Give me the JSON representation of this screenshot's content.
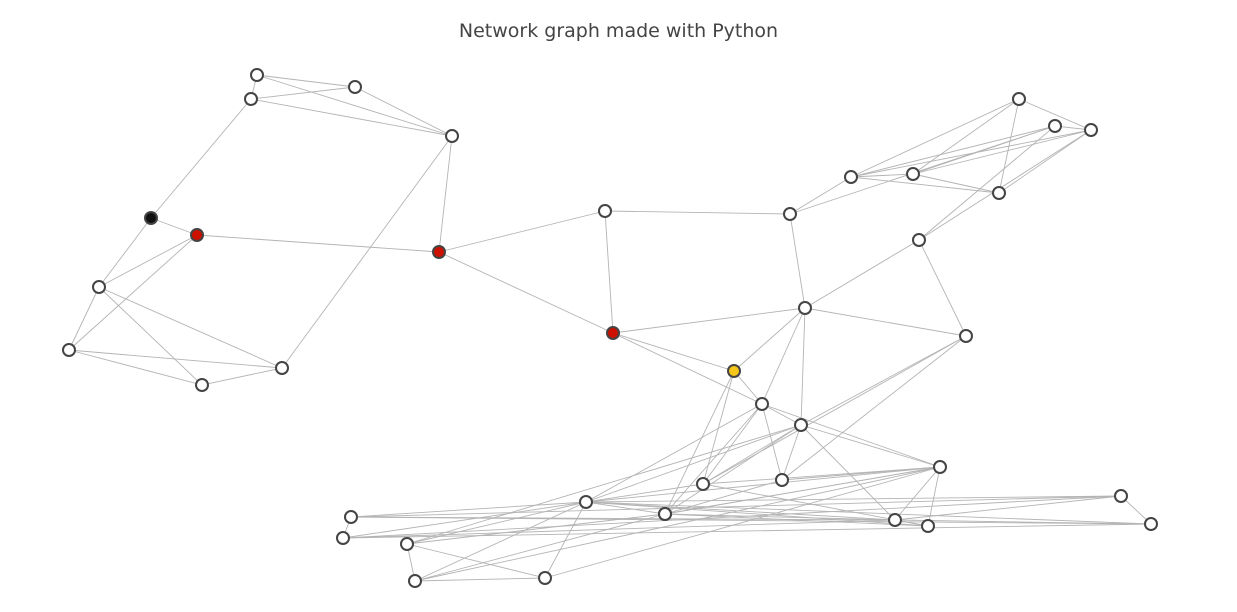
{
  "title": "Network graph made with Python",
  "style": {
    "edge_color": "#b4b4b4",
    "node_stroke": "#444444",
    "node_default_fill": "#ffffff",
    "highlight_colors": {
      "black": "#111111",
      "red": "#cc1100",
      "yellow": "#f5c518"
    }
  },
  "graph": {
    "nodes": [
      {
        "id": "n1",
        "color": "default"
      },
      {
        "id": "n2",
        "color": "default"
      },
      {
        "id": "n3",
        "color": "default"
      },
      {
        "id": "n4",
        "color": "default"
      },
      {
        "id": "n5",
        "color": "black"
      },
      {
        "id": "n6",
        "color": "red"
      },
      {
        "id": "n7",
        "color": "default"
      },
      {
        "id": "n8",
        "color": "default"
      },
      {
        "id": "n9",
        "color": "default"
      },
      {
        "id": "n10",
        "color": "default"
      },
      {
        "id": "n11",
        "color": "red"
      },
      {
        "id": "n12",
        "color": "default"
      },
      {
        "id": "n13",
        "color": "red"
      },
      {
        "id": "n14",
        "color": "default"
      },
      {
        "id": "n15",
        "color": "default"
      },
      {
        "id": "n16",
        "color": "default"
      },
      {
        "id": "n17",
        "color": "default"
      },
      {
        "id": "n18",
        "color": "default"
      },
      {
        "id": "n19",
        "color": "default"
      },
      {
        "id": "n20",
        "color": "default"
      },
      {
        "id": "n21",
        "color": "default"
      },
      {
        "id": "n22",
        "color": "default"
      },
      {
        "id": "n23",
        "color": "default"
      },
      {
        "id": "n24",
        "color": "yellow"
      },
      {
        "id": "n25",
        "color": "default"
      },
      {
        "id": "n26",
        "color": "default"
      },
      {
        "id": "n27",
        "color": "default"
      },
      {
        "id": "n28",
        "color": "default"
      },
      {
        "id": "n29",
        "color": "default"
      },
      {
        "id": "n30",
        "color": "default"
      },
      {
        "id": "n31",
        "color": "default"
      },
      {
        "id": "n32",
        "color": "default"
      },
      {
        "id": "n33",
        "color": "default"
      },
      {
        "id": "n34",
        "color": "default"
      },
      {
        "id": "n35",
        "color": "default"
      },
      {
        "id": "n36",
        "color": "default"
      },
      {
        "id": "n37",
        "color": "default"
      },
      {
        "id": "n38",
        "color": "default"
      },
      {
        "id": "n39",
        "color": "default"
      },
      {
        "id": "n40",
        "color": "default"
      },
      {
        "id": "n41",
        "color": "default"
      }
    ],
    "edges": [
      [
        "n1",
        "n2"
      ],
      [
        "n1",
        "n3"
      ],
      [
        "n2",
        "n3"
      ],
      [
        "n2",
        "n4"
      ],
      [
        "n3",
        "n4"
      ],
      [
        "n1",
        "n4"
      ],
      [
        "n2",
        "n5"
      ],
      [
        "n4",
        "n10"
      ],
      [
        "n4",
        "n11"
      ],
      [
        "n5",
        "n6"
      ],
      [
        "n5",
        "n7"
      ],
      [
        "n6",
        "n7"
      ],
      [
        "n6",
        "n8"
      ],
      [
        "n6",
        "n11"
      ],
      [
        "n7",
        "n8"
      ],
      [
        "n7",
        "n9"
      ],
      [
        "n7",
        "n10"
      ],
      [
        "n8",
        "n9"
      ],
      [
        "n8",
        "n10"
      ],
      [
        "n9",
        "n10"
      ],
      [
        "n11",
        "n12"
      ],
      [
        "n11",
        "n13"
      ],
      [
        "n12",
        "n13"
      ],
      [
        "n12",
        "n14"
      ],
      [
        "n13",
        "n22"
      ],
      [
        "n13",
        "n24"
      ],
      [
        "n13",
        "n25"
      ],
      [
        "n14",
        "n15"
      ],
      [
        "n14",
        "n18"
      ],
      [
        "n14",
        "n22"
      ],
      [
        "n15",
        "n16"
      ],
      [
        "n15",
        "n17"
      ],
      [
        "n15",
        "n18"
      ],
      [
        "n15",
        "n19"
      ],
      [
        "n15",
        "n20"
      ],
      [
        "n16",
        "n17"
      ],
      [
        "n16",
        "n18"
      ],
      [
        "n16",
        "n19"
      ],
      [
        "n16",
        "n20"
      ],
      [
        "n17",
        "n19"
      ],
      [
        "n17",
        "n20"
      ],
      [
        "n18",
        "n19"
      ],
      [
        "n18",
        "n21"
      ],
      [
        "n19",
        "n21"
      ],
      [
        "n19",
        "n20"
      ],
      [
        "n21",
        "n22"
      ],
      [
        "n21",
        "n23"
      ],
      [
        "n22",
        "n23"
      ],
      [
        "n22",
        "n24"
      ],
      [
        "n22",
        "n25"
      ],
      [
        "n22",
        "n26"
      ],
      [
        "n23",
        "n26"
      ],
      [
        "n23",
        "n27"
      ],
      [
        "n23",
        "n28"
      ],
      [
        "n24",
        "n25"
      ],
      [
        "n24",
        "n28"
      ],
      [
        "n24",
        "n29"
      ],
      [
        "n25",
        "n26"
      ],
      [
        "n25",
        "n27"
      ],
      [
        "n25",
        "n28"
      ],
      [
        "n25",
        "n29"
      ],
      [
        "n25",
        "n30"
      ],
      [
        "n25",
        "n31"
      ],
      [
        "n26",
        "n27"
      ],
      [
        "n26",
        "n28"
      ],
      [
        "n26",
        "n29"
      ],
      [
        "n26",
        "n30"
      ],
      [
        "n26",
        "n31"
      ],
      [
        "n26",
        "n32"
      ],
      [
        "n26",
        "n38"
      ],
      [
        "n27",
        "n29"
      ],
      [
        "n27",
        "n31"
      ],
      [
        "n28",
        "n30"
      ],
      [
        "n28",
        "n31"
      ],
      [
        "n28",
        "n33"
      ],
      [
        "n29",
        "n30"
      ],
      [
        "n29",
        "n31"
      ],
      [
        "n29",
        "n32"
      ],
      [
        "n29",
        "n33"
      ],
      [
        "n29",
        "n38"
      ],
      [
        "n29",
        "n40"
      ],
      [
        "n30",
        "n31"
      ],
      [
        "n30",
        "n32"
      ],
      [
        "n30",
        "n33"
      ],
      [
        "n30",
        "n34"
      ],
      [
        "n30",
        "n35"
      ],
      [
        "n30",
        "n36"
      ],
      [
        "n30",
        "n37"
      ],
      [
        "n30",
        "n38"
      ],
      [
        "n30",
        "n39"
      ],
      [
        "n30",
        "n41"
      ],
      [
        "n31",
        "n32"
      ],
      [
        "n31",
        "n33"
      ],
      [
        "n31",
        "n39"
      ],
      [
        "n31",
        "n40"
      ],
      [
        "n31",
        "n41"
      ],
      [
        "n32",
        "n33"
      ],
      [
        "n32",
        "n34"
      ],
      [
        "n32",
        "n35"
      ],
      [
        "n32",
        "n36"
      ],
      [
        "n32",
        "n37"
      ],
      [
        "n34",
        "n35"
      ],
      [
        "n34",
        "n36"
      ],
      [
        "n34",
        "n37"
      ],
      [
        "n35",
        "n36"
      ],
      [
        "n35",
        "n37"
      ],
      [
        "n36",
        "n37"
      ],
      [
        "n38",
        "n39"
      ],
      [
        "n38",
        "n41"
      ],
      [
        "n39",
        "n40"
      ],
      [
        "n39",
        "n41"
      ]
    ]
  }
}
